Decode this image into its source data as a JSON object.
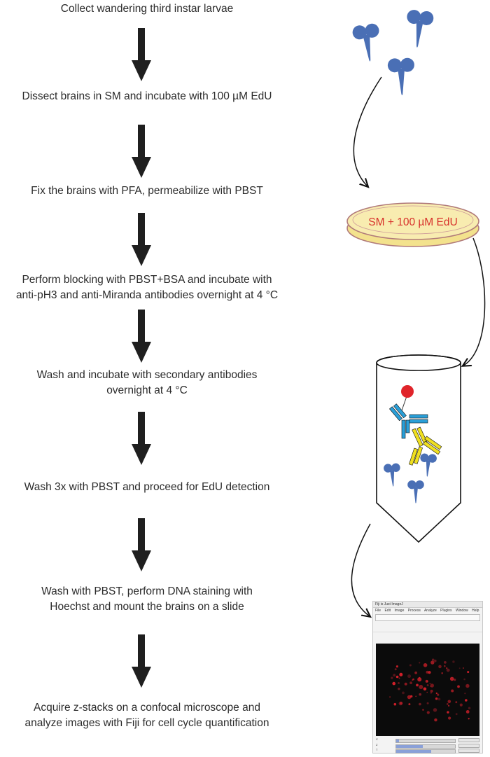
{
  "steps": [
    {
      "line1": "Collect wandering third instar larvae",
      "line2": ""
    },
    {
      "line1": "Dissect brains in SM and incubate with 100 µM EdU",
      "line2": ""
    },
    {
      "line1": "Fix the brains with PFA, permeabilize with PBST",
      "line2": ""
    },
    {
      "line1": "Perform blocking with PBST+BSA and incubate with",
      "line2": "anti-pH3 and anti-Miranda antibodies overnight at 4 °C"
    },
    {
      "line1": "Wash and incubate with secondary antibodies",
      "line2": "overnight at 4 °C"
    },
    {
      "line1": "Wash 3x  with PBST and proceed for EdU detection",
      "line2": ""
    },
    {
      "line1": "Wash with PBST, perform DNA staining with",
      "line2": "Hoechst and mount the brains on a slide"
    },
    {
      "line1": "Acquire z-stacks on a confocal microscope and",
      "line2": "analyze images with Fiji for cell cycle quantification"
    }
  ],
  "petri_label": "SM + 100 µM EdU",
  "colors": {
    "text": "#2b2b2b",
    "arrow": "#1f1f1f",
    "brain": "#4a6fb5",
    "dish_fill": "#f6e9a0",
    "dish_rim": "#b07a7a",
    "dish_label": "#d7302a",
    "antibody_primary": "#2a9fd8",
    "antibody_secondary": "#f0e020",
    "fluorophore": "#e0242a"
  },
  "fiji_window": {
    "title": "Fiji is Just ImageJ",
    "menu": [
      "File",
      "Edit",
      "Image",
      "Process",
      "Analyze",
      "Plugins",
      "Window",
      "Help"
    ],
    "sliders": [
      {
        "label": "C",
        "fill": 0.05
      },
      {
        "label": "Z",
        "fill": 0.45
      },
      {
        "label": "T",
        "fill": 0.6
      }
    ]
  }
}
